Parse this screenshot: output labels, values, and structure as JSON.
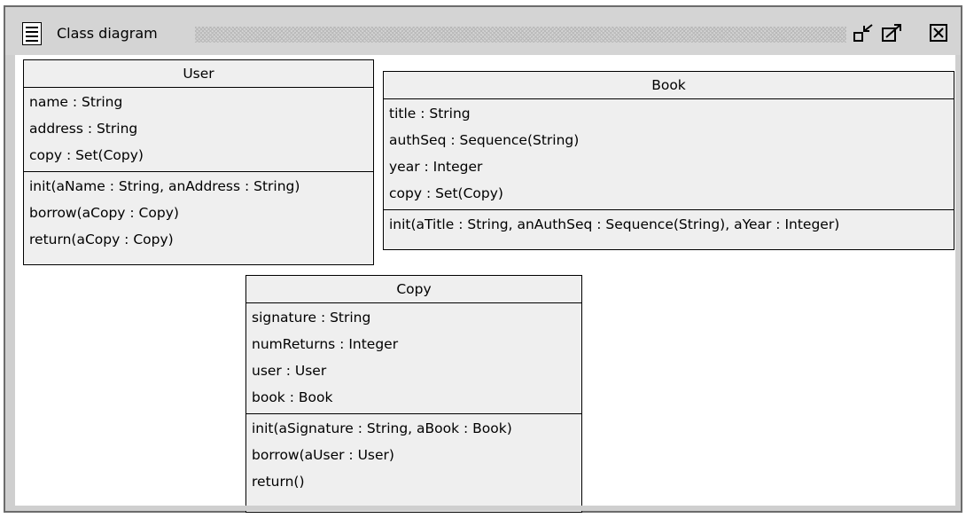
{
  "window": {
    "title": "Class diagram",
    "icon": "document-lines-icon",
    "buttons": [
      "minimize-icon",
      "maximize-icon",
      "close-icon"
    ]
  },
  "classes": [
    {
      "name": "User",
      "attributes": [
        "name : String",
        "address : String",
        "copy : Set(Copy)"
      ],
      "operations": [
        "init(aName : String, anAddress : String)",
        "borrow(aCopy : Copy)",
        "return(aCopy : Copy)"
      ]
    },
    {
      "name": "Book",
      "attributes": [
        "title : String",
        "authSeq : Sequence(String)",
        "year : Integer",
        "copy : Set(Copy)"
      ],
      "operations": [
        "init(aTitle : String, anAuthSeq : Sequence(String), aYear : Integer)"
      ]
    },
    {
      "name": "Copy",
      "attributes": [
        "signature : String",
        "numReturns : Integer",
        "user : User",
        "book : Book"
      ],
      "operations": [
        "init(aSignature : String, aBook : Book)",
        "borrow(aUser : User)",
        "return()"
      ]
    }
  ],
  "colors": {
    "class_fill": "#efefef",
    "canvas": "#ffffff",
    "chrome": "#d4d4d4"
  }
}
